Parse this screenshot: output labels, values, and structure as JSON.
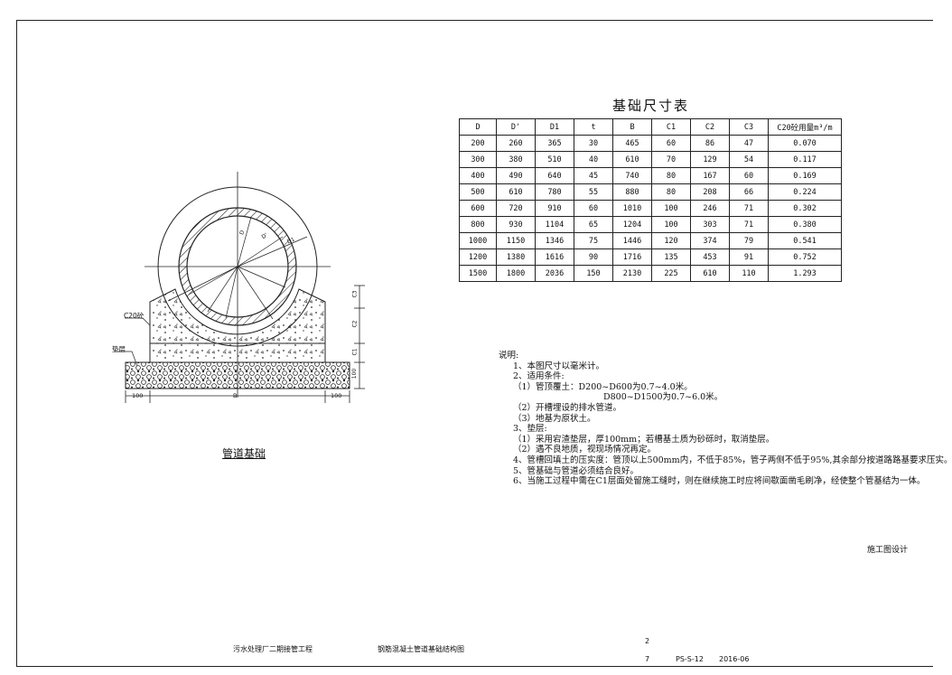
{
  "table": {
    "title": "基础尺寸表",
    "headers": [
      "D",
      "D'",
      "D1",
      "t",
      "B",
      "C1",
      "C2",
      "C3",
      "C20砼用量m³/m"
    ],
    "rows": [
      [
        "200",
        "260",
        "365",
        "30",
        "465",
        "60",
        "86",
        "47",
        "0.070"
      ],
      [
        "300",
        "380",
        "510",
        "40",
        "610",
        "70",
        "129",
        "54",
        "0.117"
      ],
      [
        "400",
        "490",
        "640",
        "45",
        "740",
        "80",
        "167",
        "60",
        "0.169"
      ],
      [
        "500",
        "610",
        "780",
        "55",
        "880",
        "80",
        "208",
        "66",
        "0.224"
      ],
      [
        "600",
        "720",
        "910",
        "60",
        "1010",
        "100",
        "246",
        "71",
        "0.302"
      ],
      [
        "800",
        "930",
        "1104",
        "65",
        "1204",
        "100",
        "303",
        "71",
        "0.380"
      ],
      [
        "1000",
        "1150",
        "1346",
        "75",
        "1446",
        "120",
        "374",
        "79",
        "0.541"
      ],
      [
        "1200",
        "1380",
        "1616",
        "90",
        "1716",
        "135",
        "453",
        "91",
        "0.752"
      ],
      [
        "1500",
        "1800",
        "2036",
        "150",
        "2130",
        "225",
        "610",
        "110",
        "1.293"
      ]
    ]
  },
  "notes": {
    "heading": "说明:",
    "lines": [
      "1、本图尺寸以毫米计。",
      "2、适用条件:",
      "（1）管顶覆土：D200~D600为0.7~4.0米。",
      "D800~D1500为0.7~6.0米。",
      "（2）开槽埋设的排水管道。",
      "（3）地基为原状土。",
      "3、垫层:",
      "（1）采用宕渣垫层，厚100mm；若槽基土质为砂砾时，取消垫层。",
      "（2）遇不良地质，视现场情况再定。",
      "4、管槽回填土的压实度：管顶以上500mm内，不低于85%，管子两侧不低于95%,其余部分按道路路基要求压实。",
      "5、管基础与管道必须结合良好。",
      "6、当施工过程中需在C1层面处留施工缝时，则在继续施工时应将间歇面凿毛刷净，经使整个管基结为一体。"
    ]
  },
  "drawing": {
    "caption": "管道基础",
    "label_concrete": "C20砼",
    "label_cushion": "垫层",
    "dim_left": "100",
    "dim_right": "100",
    "dim_b": "B",
    "dim_c1": "C1",
    "dim_c2": "C2",
    "dim_c3": "C3",
    "dim_100": "100",
    "dim_d": "D",
    "dim_dprime": "D'",
    "dim_d1": "D1"
  },
  "stamp": "施工图设计",
  "footer": {
    "project": "污水处理厂二期接管工程",
    "drawing_title": "钢筋混凝土管道基础结构图",
    "sheet_top": "2",
    "sheet_num": "7",
    "drawing_no": "PS-S-12",
    "date": "2016-06"
  }
}
